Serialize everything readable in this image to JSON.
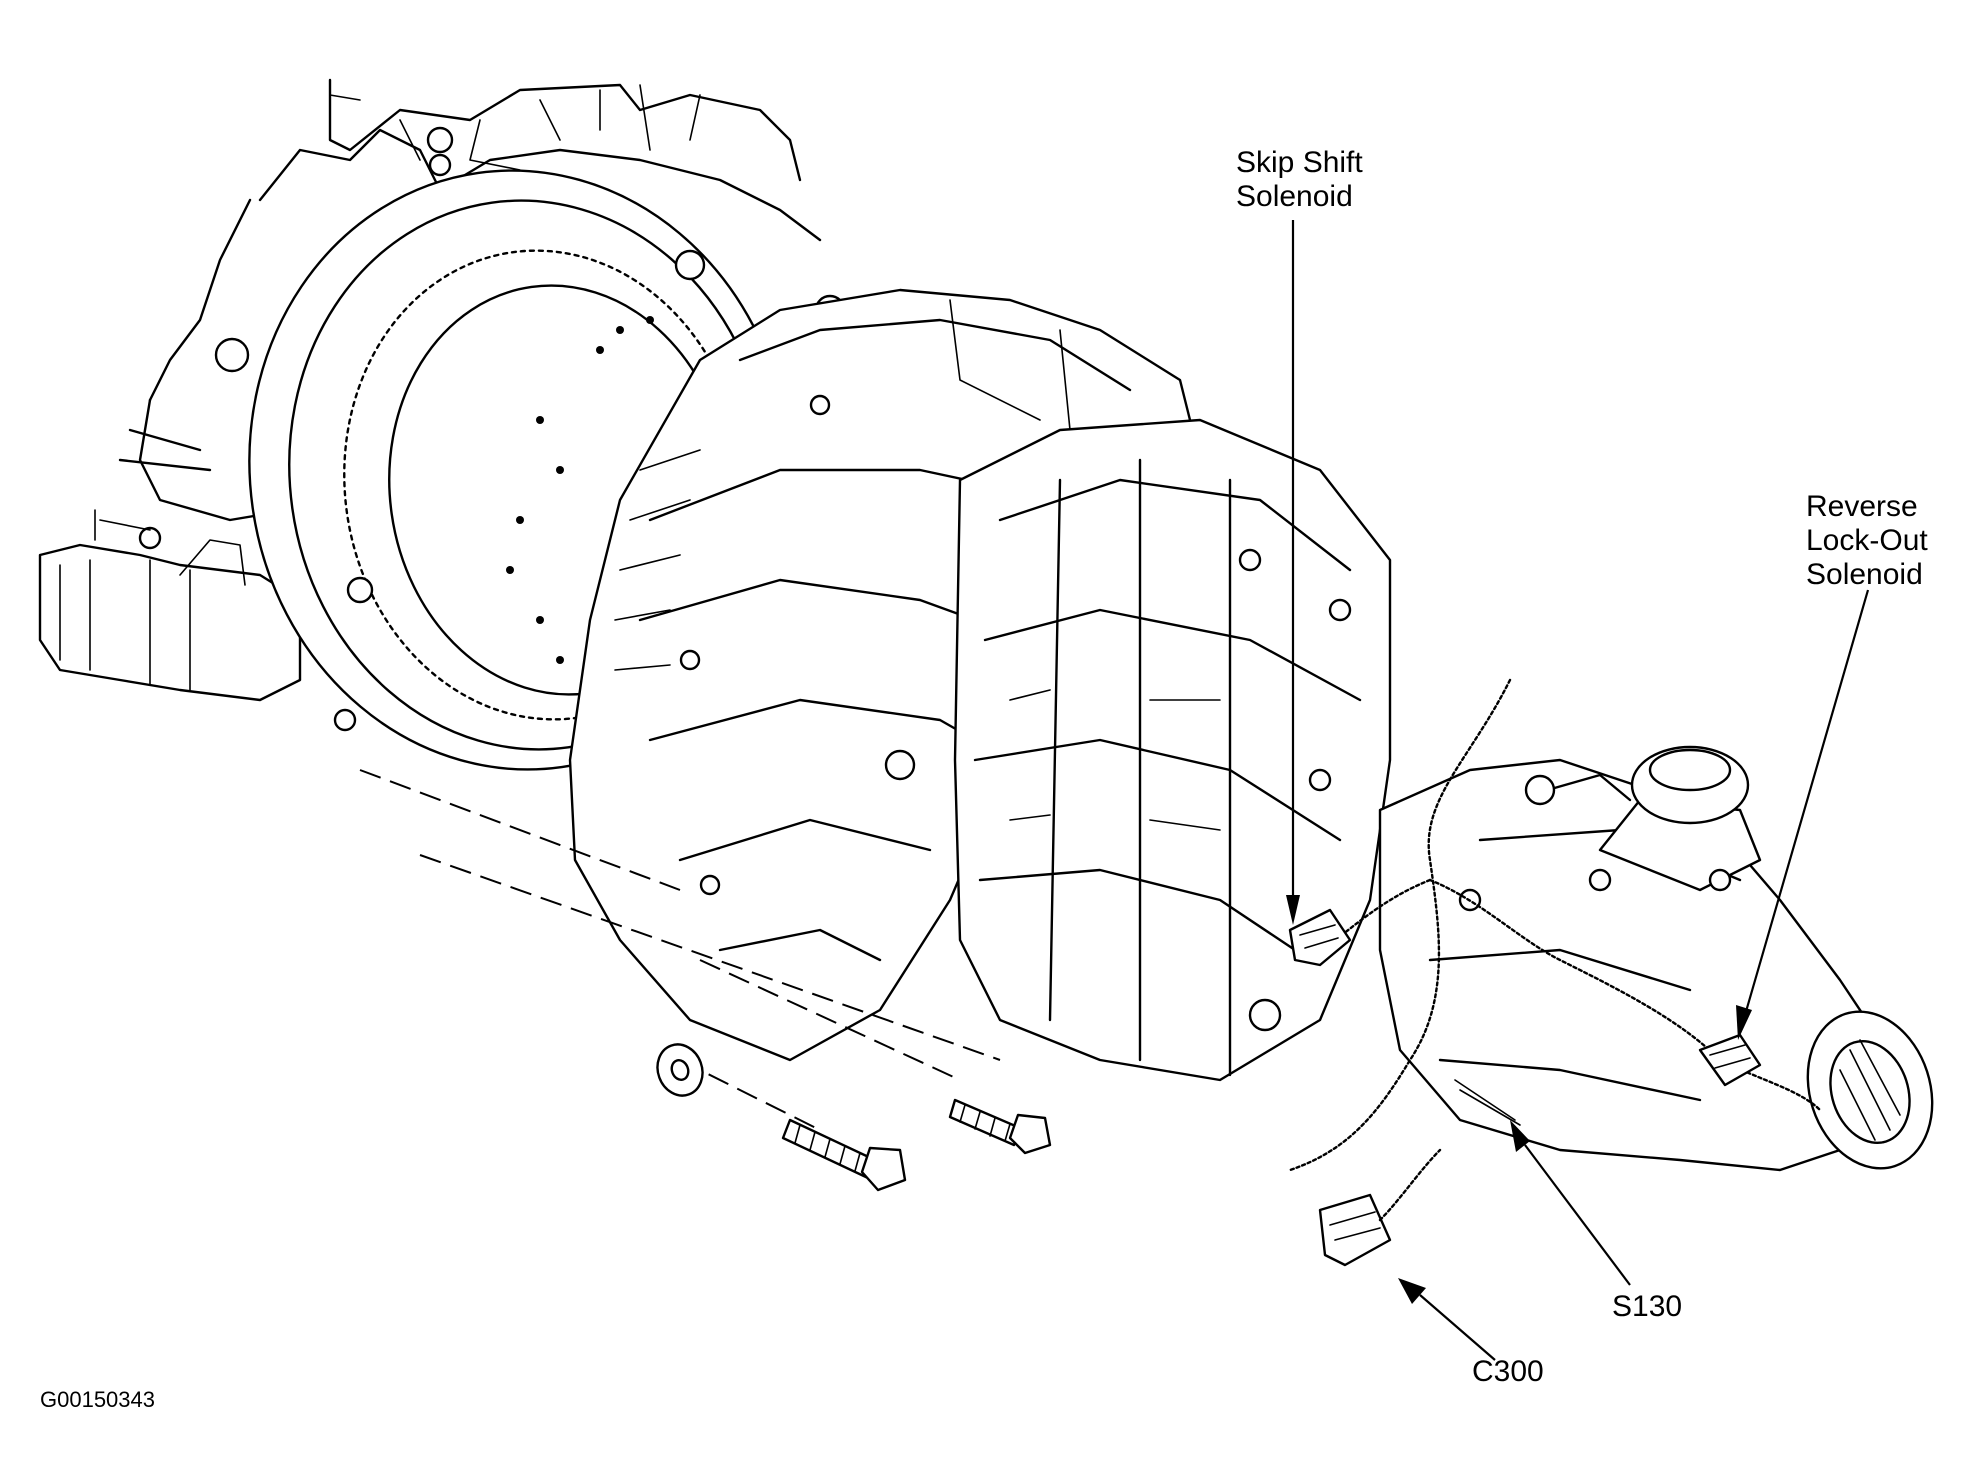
{
  "figure_id": "G00150343",
  "callouts": {
    "skip_shift": [
      "Skip Shift",
      "Solenoid"
    ],
    "reverse_lockout": [
      "Reverse",
      "Lock-Out",
      "Solenoid"
    ],
    "s130": "S130",
    "c300": "C300"
  },
  "icons": {
    "drawing": "transmission-line-drawing",
    "pointer": "arrowhead"
  },
  "colors": {
    "ink": "#000000",
    "paper": "#ffffff"
  }
}
